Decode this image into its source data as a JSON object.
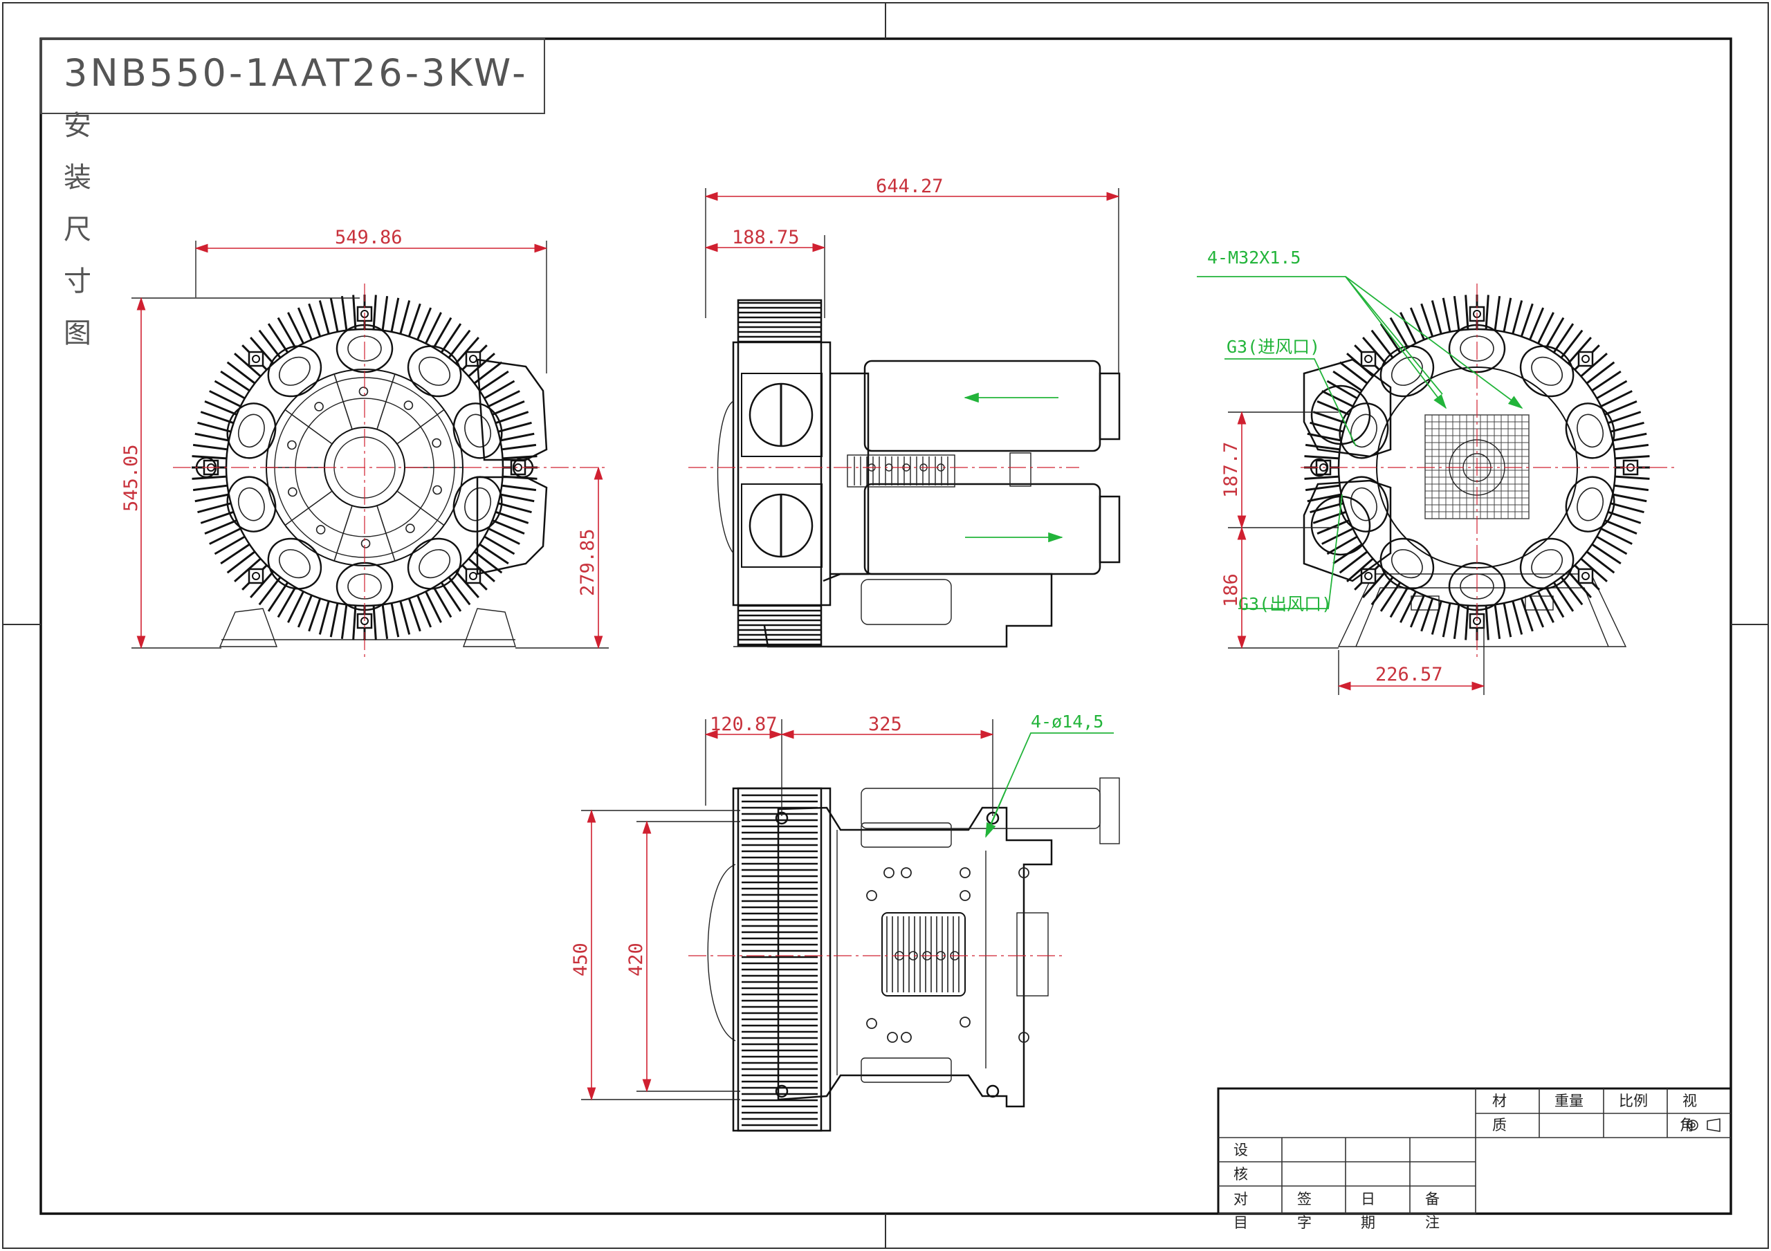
{
  "title": "3NB550-1AAT26-3KW-",
  "subtitle_chars": [
    "安",
    "装",
    "尺",
    "寸",
    "图"
  ],
  "dimensions": {
    "front_width": "549.86",
    "front_height": "545.05",
    "front_center_height": "279.85",
    "side_total_length": "644.27",
    "side_head_length": "188.75",
    "top_offset": "120.87",
    "top_bolt_spacing": "325",
    "top_outer_width": "450",
    "top_bolt_width": "420",
    "rear_port_spacing": "187.7",
    "rear_port_height": "186",
    "rear_offset": "226.57"
  },
  "annotations": {
    "cable_gland": "4-M32X1.5",
    "inlet": "G3(进风口)",
    "outlet": "G3(出风口)",
    "mount_holes": "4-ø14,5"
  },
  "title_block": {
    "material": "材",
    "material2": "质",
    "weight": "重量",
    "scale": "比例",
    "view": "视",
    "view2": "角",
    "design": "设",
    "check": "核",
    "review": "对",
    "project": "目",
    "sign1": "签",
    "sign2": "字",
    "date1": "日",
    "date2": "期",
    "note1": "备",
    "note2": "注"
  },
  "colors": {
    "dimension": "#d02030",
    "annotation": "#22b43a",
    "line": "#111111"
  }
}
